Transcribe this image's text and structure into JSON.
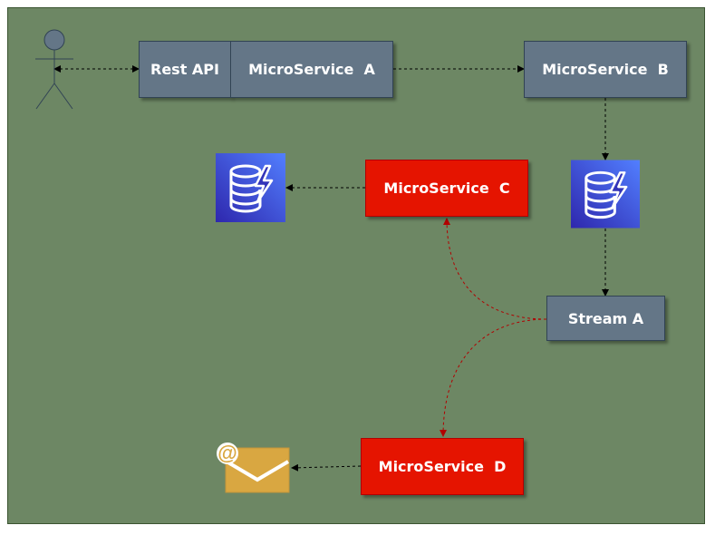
{
  "nodes": {
    "rest_api": "Rest API",
    "microservice_a": "MicroService  A",
    "microservice_b": "MicroService  B",
    "microservice_c": "MicroService  C",
    "microservice_d": "MicroService  D",
    "stream_a": "Stream A"
  },
  "icons": {
    "actor": "user-actor-icon",
    "db_left": "dynamodb-icon",
    "db_right": "dynamodb-icon",
    "email": "email-at-icon"
  },
  "colors": {
    "canvas": "#6d8764",
    "gray_box": "#647687",
    "red_box": "#e51400",
    "db_icon": "#3334b9",
    "email_icon": "#d9a741",
    "red_arrow": "#b20000"
  }
}
